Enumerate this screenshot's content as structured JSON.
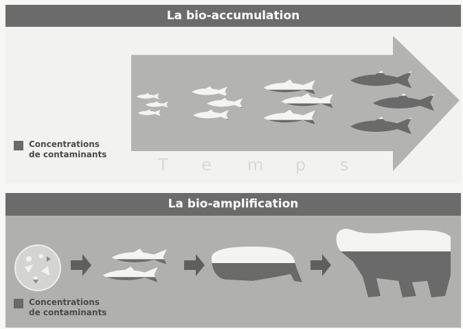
{
  "bioaccumulation": {
    "title": "La bio-accumulation",
    "time_letters": [
      "T",
      "e",
      "m",
      "p",
      "s"
    ],
    "legend": {
      "line1": "Concentrations",
      "line2": "de contaminants"
    },
    "fish_groups": [
      {
        "stage": 1,
        "count": 3,
        "contaminant_fraction": 0.0
      },
      {
        "stage": 2,
        "count": 3,
        "contaminant_fraction": 0.15
      },
      {
        "stage": 3,
        "count": 3,
        "contaminant_fraction": 0.35
      },
      {
        "stage": 4,
        "count": 3,
        "contaminant_fraction": 0.85
      }
    ]
  },
  "biomagnification": {
    "title": "La bio-amplification",
    "legend": {
      "line1": "Concentrations",
      "line2": "de contaminants"
    },
    "chain": [
      {
        "organism": "plankton",
        "contaminant_fraction": 0.05
      },
      {
        "organism": "fish",
        "contaminant_fraction": 0.25
      },
      {
        "organism": "seal",
        "contaminant_fraction": 0.5
      },
      {
        "organism": "polar-bear",
        "contaminant_fraction": 0.8
      }
    ]
  },
  "colors": {
    "banner": "#6b6b6b",
    "arrow": "#b3b3b1",
    "contaminant": "#6a6a6a",
    "clean": "#f4f4f2"
  }
}
